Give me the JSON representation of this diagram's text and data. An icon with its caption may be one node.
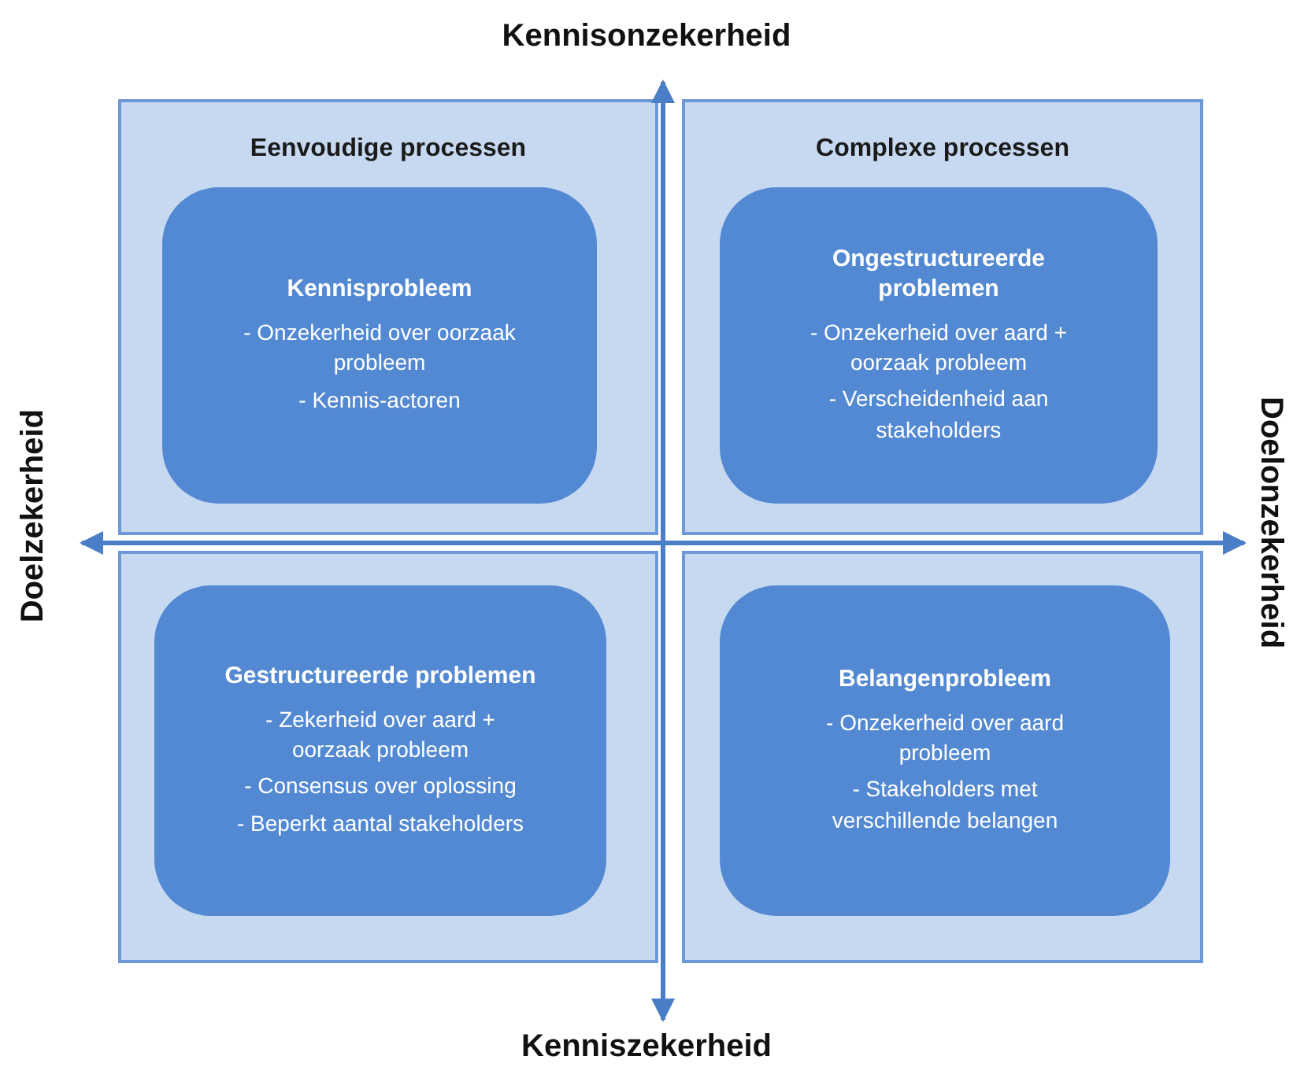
{
  "diagram": {
    "nodes": [
      {
        "text": [
          "Eenvoudige processen"
        ]
      },
      {
        "text": [
          "Kennisprobleem",
          "- Onzekerheid over oorzaak probleem",
          "- Kennis-actoren"
        ],
        "in": 0
      },
      {
        "text": [
          "Complexe processen"
        ]
      },
      {
        "text": [
          "Ongestructureerde problemen",
          "- Onzekerheid over aard + oorzaak probleem",
          "- Verscheidenheid aan stakeholders"
        ],
        "in": 2
      },
      {
        "text": [],
        "shape": "box"
      },
      {
        "text": [
          "Gestructureerde problemen",
          "- Zekerheid over aard + oorzaak probleem",
          "- Consensus over oplossing",
          "- Beperkt aantal stakeholders"
        ],
        "in": 4
      },
      {
        "text": [],
        "shape": "box"
      },
      {
        "text": [
          "Belangenprobleem",
          "- Onzekerheid over aard probleem",
          "- Stakeholders met verschillende belangen"
        ],
        "in": 6
      }
    ],
    "labels": [
      "Kennisonzekerheid",
      "Doelzekerheid",
      "Doelonzekerheid",
      "Kenniszekerheid"
    ]
  }
}
